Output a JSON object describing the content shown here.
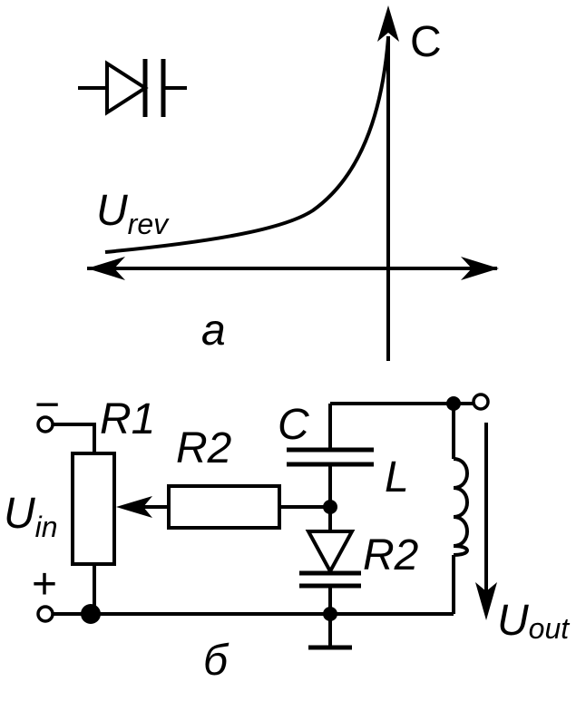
{
  "colors": {
    "ink": "#000000",
    "background": "#ffffff"
  },
  "graph": {
    "axis_label_c": "C",
    "axis_label_u_main": "U",
    "axis_label_u_sub": "rev",
    "caption": "a"
  },
  "circuit": {
    "minus_sign": "−",
    "plus_sign": "+",
    "label_r1": "R1",
    "label_r2_resistor": "R2",
    "label_c": "C",
    "label_l": "L",
    "label_r2_diode": "R2",
    "uin_main": "U",
    "uin_sub": "in",
    "uout_main": "U",
    "uout_sub": "out",
    "caption": "б"
  }
}
